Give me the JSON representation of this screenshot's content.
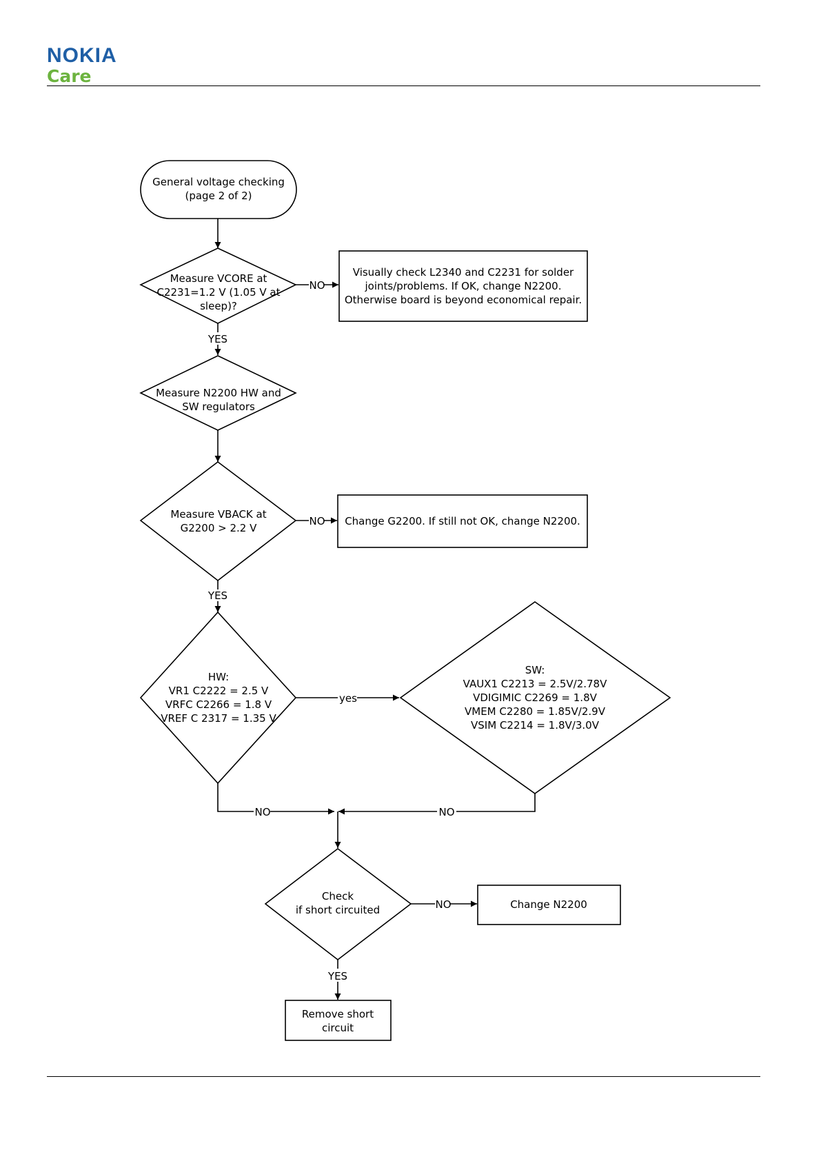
{
  "header": {
    "brand": "NOKIA",
    "sub_brand": "Care"
  },
  "flowchart": {
    "start": {
      "line1": "General voltage checking",
      "line2": "(page 2 of 2)"
    },
    "vcore": {
      "line1": "Measure VCORE at",
      "line2": "C2231=1.2 V (1.05 V at",
      "line3": "sleep)?"
    },
    "vcore_fail": {
      "line1": "Visually check L2340 and C2231 for solder",
      "line2": "joints/problems. If OK, change N2200.",
      "line3": "Otherwise board is beyond economical repair."
    },
    "regulators": {
      "line1": "Measure N2200 HW and",
      "line2": "SW regulators"
    },
    "vback": {
      "line1": "Measure VBACK at",
      "line2": "G2200 > 2.2 V"
    },
    "vback_fail": {
      "line1": "Change G2200. If still not OK, change N2200."
    },
    "hw": {
      "line1": "HW:",
      "line2": "VR1 C2222 = 2.5 V",
      "line3": "VRFC C2266 = 1.8 V",
      "line4": "VREF C 2317 = 1.35 V"
    },
    "sw": {
      "line1": "SW:",
      "line2": "VAUX1 C2213 = 2.5V/2.78V",
      "line3": "VDIGIMIC C2269 = 1.8V",
      "line4": "VMEM C2280 = 1.85V/2.9V",
      "line5": "VSIM C2214 = 1.8V/3.0V"
    },
    "short_check": {
      "line1": "Check",
      "line2": "if short circuited"
    },
    "short_fail": {
      "line1": "Change N2200"
    },
    "remove_short": {
      "line1": "Remove short",
      "line2": "circuit"
    },
    "labels": {
      "no": "NO",
      "yes": "YES",
      "yes_lower": "yes"
    }
  }
}
